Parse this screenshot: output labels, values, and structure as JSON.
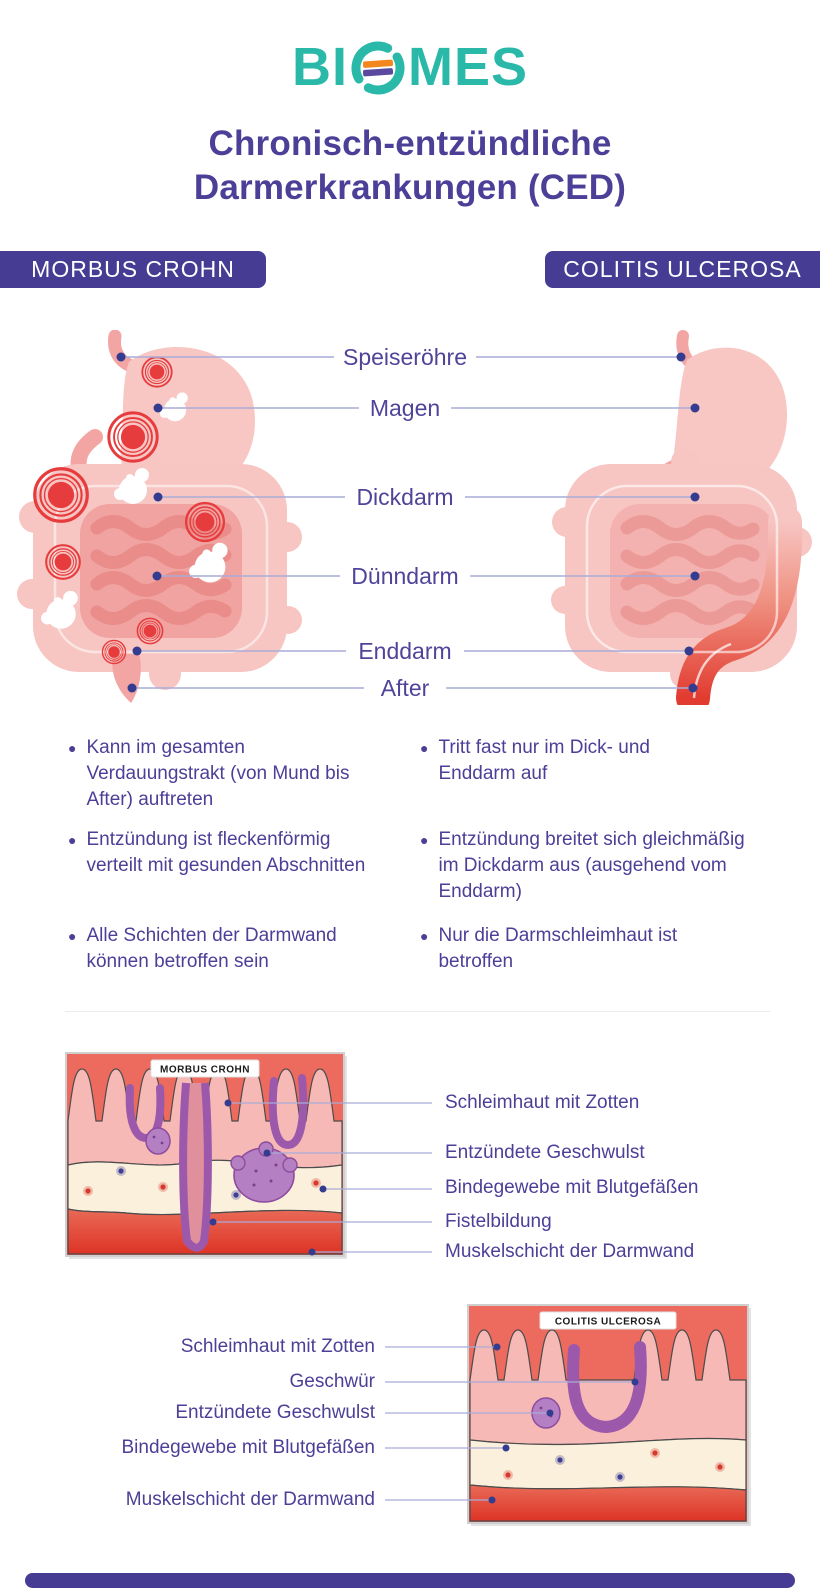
{
  "header": {
    "logo_prefix": "BI",
    "logo_suffix": "MES",
    "title_line1": "Chronisch-entzündliche",
    "title_line2": "Darmerkrankungen (CED)"
  },
  "anatomy_labels": [
    "Speiseröhre",
    "Magen",
    "Dickdarm",
    "Dünndarm",
    "Enddarm",
    "After"
  ],
  "sections": {
    "crohn": {
      "badge": "MORBUS CROHN",
      "bullets": [
        "Kann im gesamten Verdauungstrakt (von Mund bis After) auftreten",
        "Entzündung ist fleckenförmig verteilt mit gesunden Abschnitten",
        "Alle Schichten der Darmwand können betroffen sein"
      ],
      "tissue_title": "MORBUS CROHN",
      "tissue_labels": [
        "Schleimhaut mit Zotten",
        "Entzündete Geschwulst",
        "Bindegewebe mit Blutgefäßen",
        "Fistelbildung",
        "Muskelschicht der Darmwand"
      ]
    },
    "colitis": {
      "badge": "COLITIS ULCEROSA",
      "bullets": [
        "Tritt fast nur im Dick- und Enddarm auf",
        "Entzündung breitet sich gleichmäßig im Dickdarm aus (ausgehend vom Enddarm)",
        "Nur die Darmschleimhaut ist betroffen"
      ],
      "tissue_title": "COLITIS ULCEROSA",
      "tissue_labels": [
        "Schleimhaut mit Zotten",
        "Geschwür",
        "Entzündete Geschwulst",
        "Bindegewebe mit Blutgefäßen",
        "Muskelschicht der Darmwand"
      ]
    }
  },
  "colors": {
    "brand_teal": "#2ab9a9",
    "badge_indigo": "#463c94",
    "text_purple": "#4b3f97",
    "inflammation_red": "#e73c3e",
    "anatomy_pink": "#f7c5c2",
    "logo_orange": "#f2871d",
    "logo_purple": "#5a4a9f",
    "connector_lavender": "#a9abd8"
  }
}
